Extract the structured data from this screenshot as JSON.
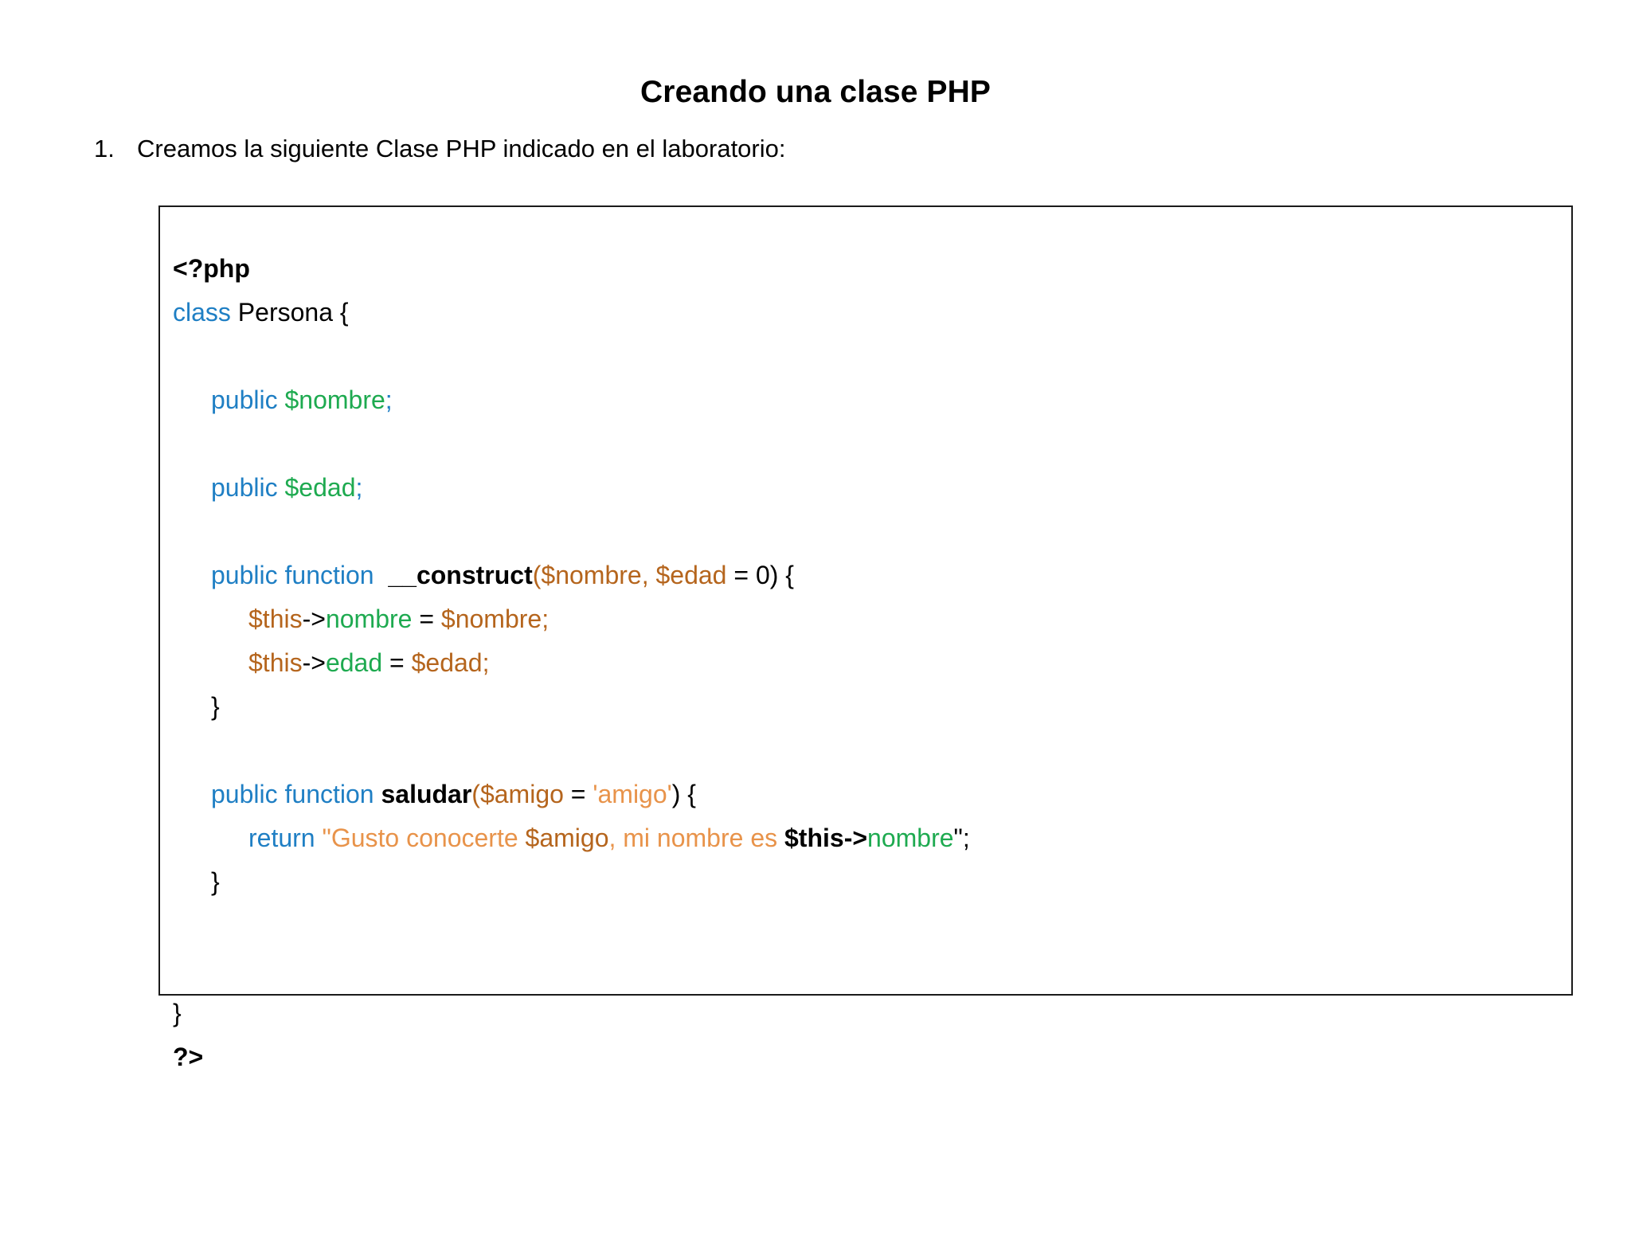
{
  "document": {
    "title": "Creando una clase PHP",
    "instruction": {
      "number": "1.",
      "text": "Creamos la siguiente Clase PHP indicado en el laboratorio:"
    }
  },
  "colors": {
    "keyword": "#1f7fc4",
    "property": "#1eaa50",
    "parameter": "#b5651d",
    "string": "#e8934a",
    "plain": "#000000",
    "border": "#1a1a1a",
    "background": "#ffffff"
  },
  "code_block": {
    "language": "php",
    "lines": [
      {
        "id": "l01",
        "indent": 0,
        "tokens": [
          {
            "t": "<?php",
            "c": "bold"
          }
        ]
      },
      {
        "id": "l02",
        "indent": 0,
        "tokens": [
          {
            "t": "class",
            "c": "kw"
          },
          {
            "t": " Persona {",
            "c": "plain"
          }
        ]
      },
      {
        "id": "l03",
        "indent": 0,
        "tokens": []
      },
      {
        "id": "l04",
        "indent": 1,
        "tokens": [
          {
            "t": "public ",
            "c": "kw"
          },
          {
            "t": "$nombre",
            "c": "var"
          },
          {
            "t": ";",
            "c": "kw"
          }
        ]
      },
      {
        "id": "l05",
        "indent": 0,
        "tokens": []
      },
      {
        "id": "l06",
        "indent": 1,
        "tokens": [
          {
            "t": "public ",
            "c": "kw"
          },
          {
            "t": "$edad",
            "c": "var"
          },
          {
            "t": ";",
            "c": "kw"
          }
        ]
      },
      {
        "id": "l07",
        "indent": 0,
        "tokens": []
      },
      {
        "id": "l08",
        "indent": 1,
        "tokens": [
          {
            "t": "public function ",
            "c": "kw"
          },
          {
            "t": " __construct",
            "c": "bold"
          },
          {
            "t": "($nombre, $edad",
            "c": "param"
          },
          {
            "t": " = 0) {",
            "c": "plain"
          }
        ]
      },
      {
        "id": "l09",
        "indent": 2,
        "tokens": [
          {
            "t": "$this",
            "c": "param"
          },
          {
            "t": "->",
            "c": "plain"
          },
          {
            "t": "nombre",
            "c": "var"
          },
          {
            "t": " = ",
            "c": "plain"
          },
          {
            "t": "$nombre;",
            "c": "param"
          }
        ]
      },
      {
        "id": "l10",
        "indent": 2,
        "tokens": [
          {
            "t": "$this",
            "c": "param"
          },
          {
            "t": "->",
            "c": "plain"
          },
          {
            "t": "edad",
            "c": "var"
          },
          {
            "t": " = ",
            "c": "plain"
          },
          {
            "t": "$edad;",
            "c": "param"
          }
        ]
      },
      {
        "id": "l11",
        "indent": 1,
        "tokens": [
          {
            "t": "}",
            "c": "plain"
          }
        ]
      },
      {
        "id": "l12",
        "indent": 0,
        "tokens": []
      },
      {
        "id": "l13",
        "indent": 1,
        "tokens": [
          {
            "t": "public function ",
            "c": "kw"
          },
          {
            "t": "saludar",
            "c": "bold"
          },
          {
            "t": "($amigo",
            "c": "param"
          },
          {
            "t": " = ",
            "c": "plain"
          },
          {
            "t": "'amigo'",
            "c": "str"
          },
          {
            "t": ") {",
            "c": "plain"
          }
        ]
      },
      {
        "id": "l14",
        "indent": 2,
        "tokens": [
          {
            "t": "return ",
            "c": "kw"
          },
          {
            "t": "\"",
            "c": "str"
          },
          {
            "t": "Gusto conocerte ",
            "c": "str"
          },
          {
            "t": "$amigo",
            "c": "strvar"
          },
          {
            "t": ", mi nombre es ",
            "c": "str"
          },
          {
            "t": "$this->",
            "c": "bold"
          },
          {
            "t": "nombre",
            "c": "var"
          },
          {
            "t": "\";",
            "c": "plain"
          }
        ]
      },
      {
        "id": "l15",
        "indent": 1,
        "tokens": [
          {
            "t": "}",
            "c": "plain"
          }
        ]
      },
      {
        "id": "l16",
        "indent": 0,
        "tokens": []
      },
      {
        "id": "l17",
        "indent": 0,
        "tokens": []
      },
      {
        "id": "l18",
        "indent": 0,
        "tokens": [
          {
            "t": "}",
            "c": "plain"
          }
        ]
      },
      {
        "id": "l19",
        "indent": 0,
        "tokens": [
          {
            "t": "?>",
            "c": "bold"
          }
        ]
      }
    ]
  }
}
